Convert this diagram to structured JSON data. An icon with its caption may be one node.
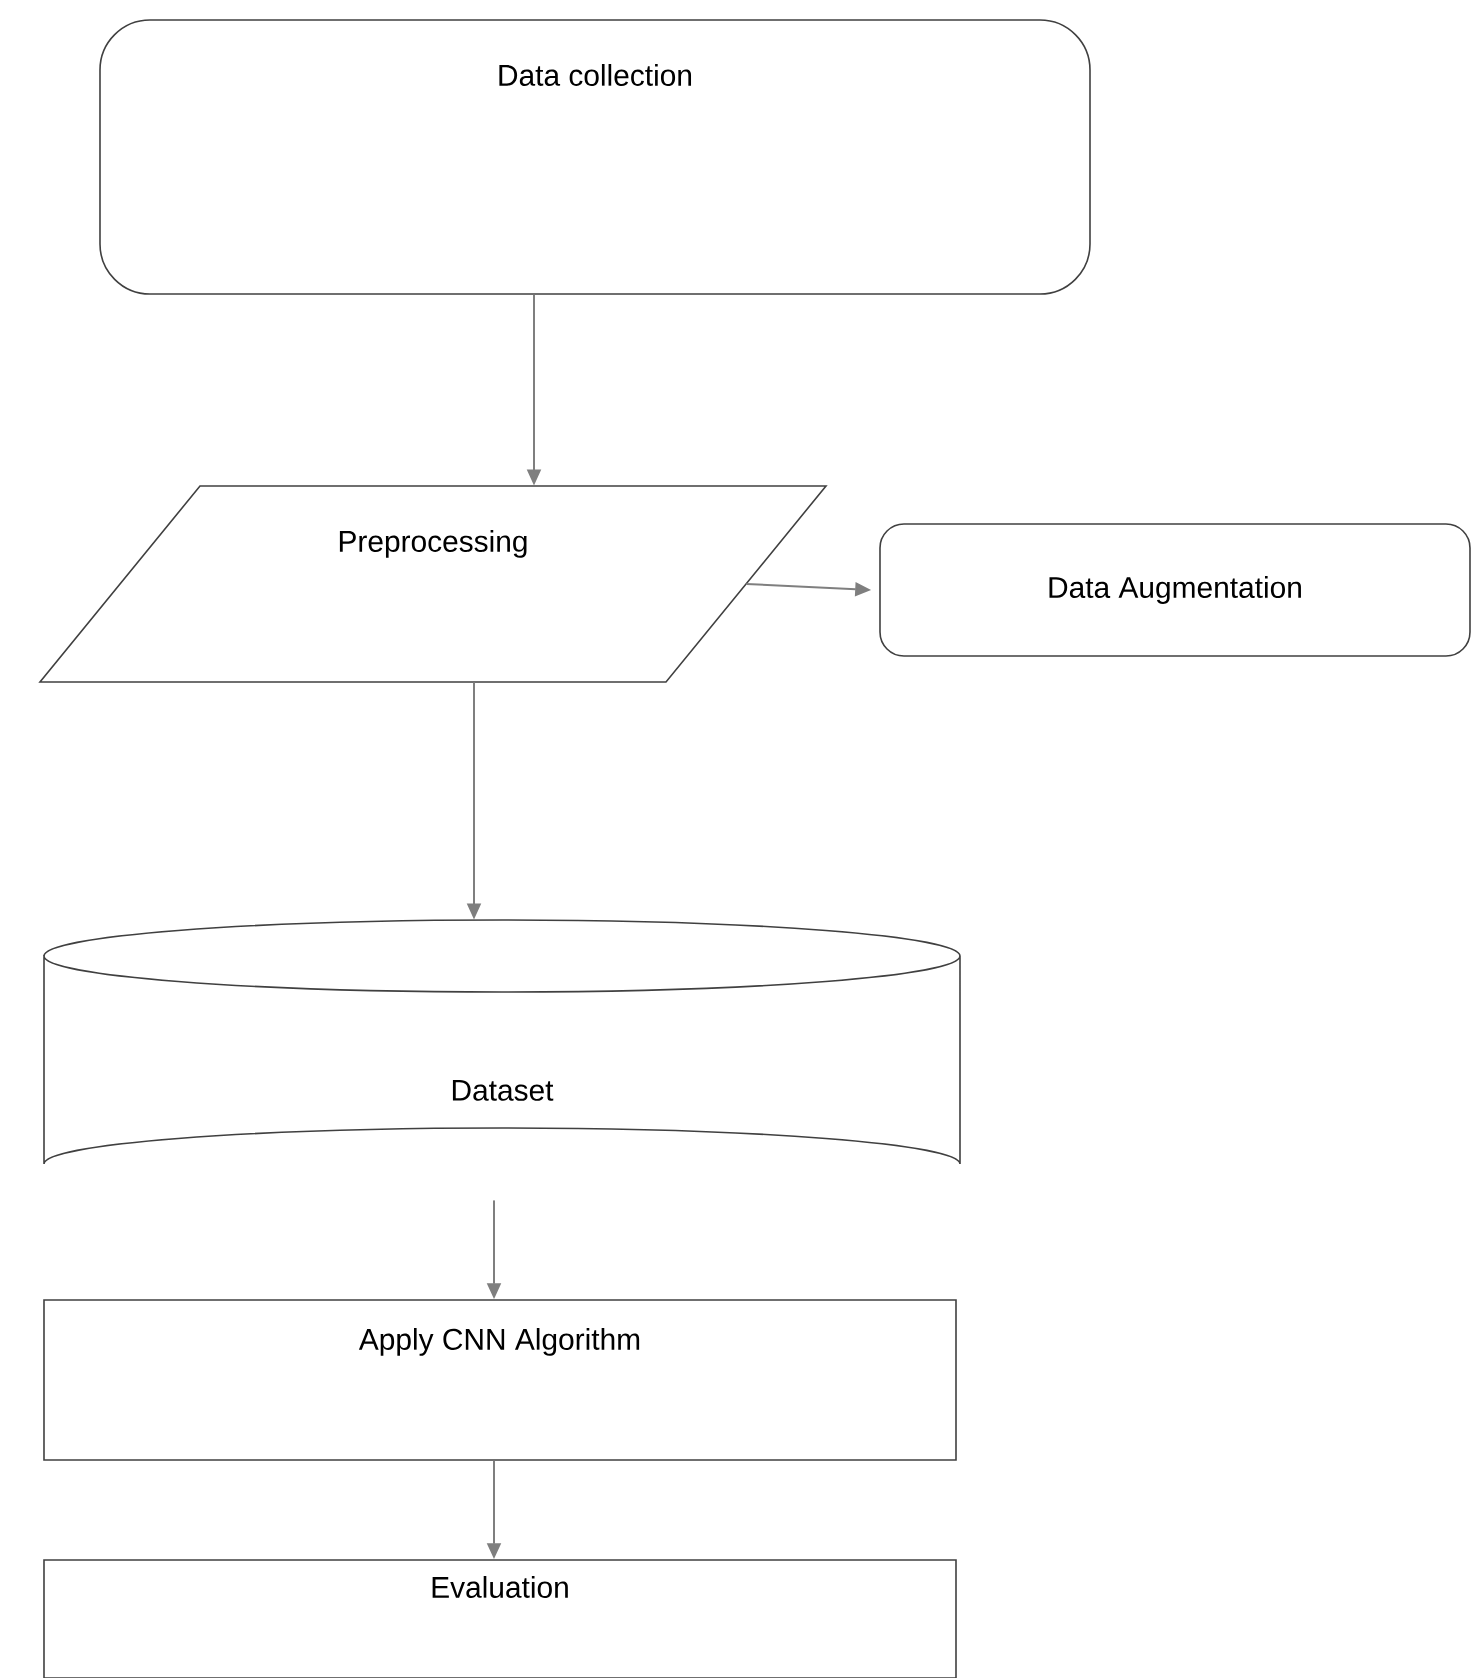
{
  "diagram": {
    "nodes": [
      {
        "text": [
          "Data collection"
        ]
      },
      {
        "text": [
          "Preprocessing"
        ]
      },
      {
        "text": [
          "Data Augmentation"
        ]
      },
      {
        "text": [
          "Dataset"
        ]
      },
      {
        "text": [
          "Apply CNN Algorithm"
        ]
      },
      {
        "text": [
          "Evaluation"
        ]
      }
    ],
    "edges": [
      {
        "from": 0,
        "to": 1,
        "arrow": "to"
      },
      {
        "from": 1,
        "to": 2,
        "arrow": "to"
      },
      {
        "from": 1,
        "to": 3,
        "arrow": "to"
      },
      {
        "from": 3,
        "to": 4,
        "arrow": "to"
      },
      {
        "from": 4,
        "to": 5,
        "arrow": "to"
      }
    ]
  }
}
